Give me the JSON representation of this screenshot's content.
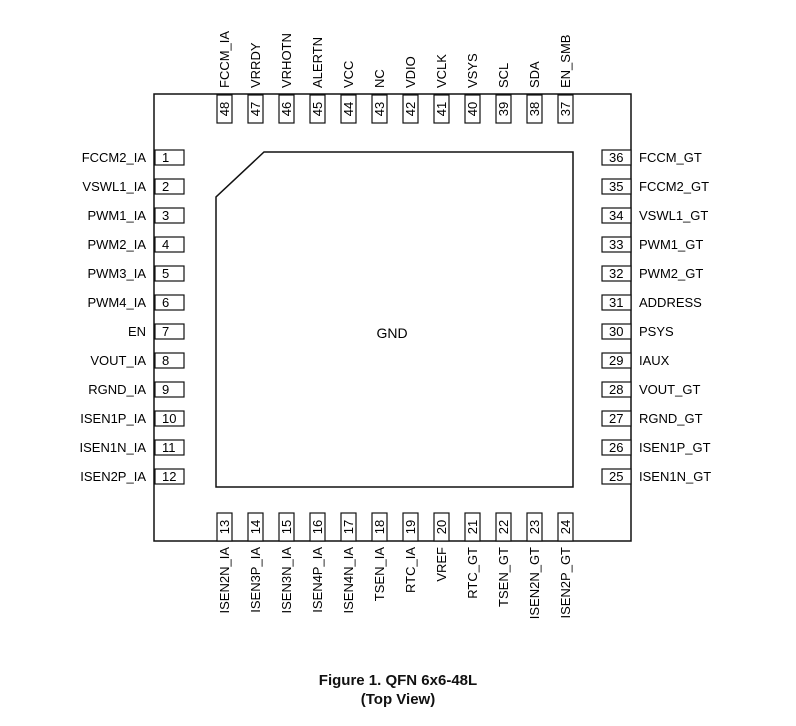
{
  "figure": {
    "caption": "Figure 1.  QFN 6x6-48L",
    "subcaption": "(Top View)"
  },
  "package": {
    "center_label": "GND"
  },
  "pins": {
    "left": [
      {
        "num": "1",
        "name": "FCCM2_IA"
      },
      {
        "num": "2",
        "name": "VSWL1_IA"
      },
      {
        "num": "3",
        "name": "PWM1_IA"
      },
      {
        "num": "4",
        "name": "PWM2_IA"
      },
      {
        "num": "5",
        "name": "PWM3_IA"
      },
      {
        "num": "6",
        "name": "PWM4_IA"
      },
      {
        "num": "7",
        "name": "EN"
      },
      {
        "num": "8",
        "name": "VOUT_IA"
      },
      {
        "num": "9",
        "name": "RGND_IA"
      },
      {
        "num": "10",
        "name": "ISEN1P_IA"
      },
      {
        "num": "11",
        "name": "ISEN1N_IA"
      },
      {
        "num": "12",
        "name": "ISEN2P_IA"
      }
    ],
    "bottom": [
      {
        "num": "13",
        "name": "ISEN2N_IA"
      },
      {
        "num": "14",
        "name": "ISEN3P_IA"
      },
      {
        "num": "15",
        "name": "ISEN3N_IA"
      },
      {
        "num": "16",
        "name": "ISEN4P_IA"
      },
      {
        "num": "17",
        "name": "ISEN4N_IA"
      },
      {
        "num": "18",
        "name": "TSEN_IA"
      },
      {
        "num": "19",
        "name": "RTC_IA"
      },
      {
        "num": "20",
        "name": "VREF"
      },
      {
        "num": "21",
        "name": "RTC_GT"
      },
      {
        "num": "22",
        "name": "TSEN_GT"
      },
      {
        "num": "23",
        "name": "ISEN2N_GT"
      },
      {
        "num": "24",
        "name": "ISEN2P_GT"
      }
    ],
    "right": [
      {
        "num": "36",
        "name": "FCCM_GT"
      },
      {
        "num": "35",
        "name": "FCCM2_GT"
      },
      {
        "num": "34",
        "name": "VSWL1_GT"
      },
      {
        "num": "33",
        "name": "PWM1_GT"
      },
      {
        "num": "32",
        "name": "PWM2_GT"
      },
      {
        "num": "31",
        "name": "ADDRESS"
      },
      {
        "num": "30",
        "name": "PSYS"
      },
      {
        "num": "29",
        "name": "IAUX"
      },
      {
        "num": "28",
        "name": "VOUT_GT"
      },
      {
        "num": "27",
        "name": "RGND_GT"
      },
      {
        "num": "26",
        "name": "ISEN1P_GT"
      },
      {
        "num": "25",
        "name": "ISEN1N_GT"
      }
    ],
    "top": [
      {
        "num": "48",
        "name": "FCCM_IA"
      },
      {
        "num": "47",
        "name": "VRRDY"
      },
      {
        "num": "46",
        "name": "VRHOTN"
      },
      {
        "num": "45",
        "name": "ALERTN"
      },
      {
        "num": "44",
        "name": "VCC"
      },
      {
        "num": "43",
        "name": "NC"
      },
      {
        "num": "42",
        "name": "VDIO"
      },
      {
        "num": "41",
        "name": "VCLK"
      },
      {
        "num": "40",
        "name": "VSYS"
      },
      {
        "num": "39",
        "name": "SCL"
      },
      {
        "num": "38",
        "name": "SDA"
      },
      {
        "num": "37",
        "name": "EN_SMB"
      }
    ]
  }
}
